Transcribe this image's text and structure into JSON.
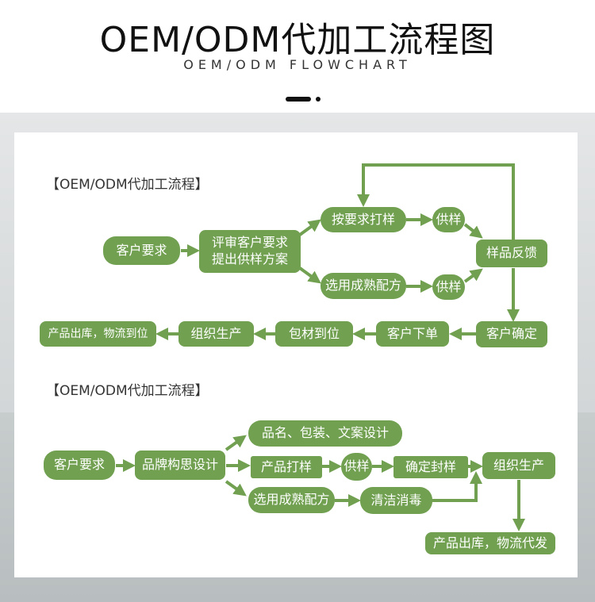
{
  "header": {
    "title": "OEM/ODM代加工流程图",
    "subtitle": "OEM/ODM FLOWCHART"
  },
  "colors": {
    "node": "#70a050",
    "arrow": "#70a050"
  },
  "flow1": {
    "heading": "【OEM/ODM代加工流程】",
    "nodes": {
      "request": "客户要求",
      "review_1": "评审客户要求",
      "review_2": "提出供样方案",
      "sample_custom": "按要求打样",
      "supply_top": "供样",
      "formula": "选用成熟配方",
      "supply_bottom": "供样",
      "feedback": "样品反馈",
      "confirm": "客户确定",
      "order": "客户下单",
      "packaging": "包材到位",
      "production": "组织生产",
      "ship": "产品出库，物流到位"
    }
  },
  "flow2": {
    "heading": "【OEM/ODM代加工流程】",
    "nodes": {
      "request": "客户要求",
      "brand": "品牌构思设计",
      "design": "品名、包装、文案设计",
      "sample": "产品打样",
      "supply": "供样",
      "seal": "确定封样",
      "production": "组织生产",
      "formula": "选用成熟配方",
      "clean": "清洁消毒",
      "ship": "产品出库，物流代发"
    }
  }
}
